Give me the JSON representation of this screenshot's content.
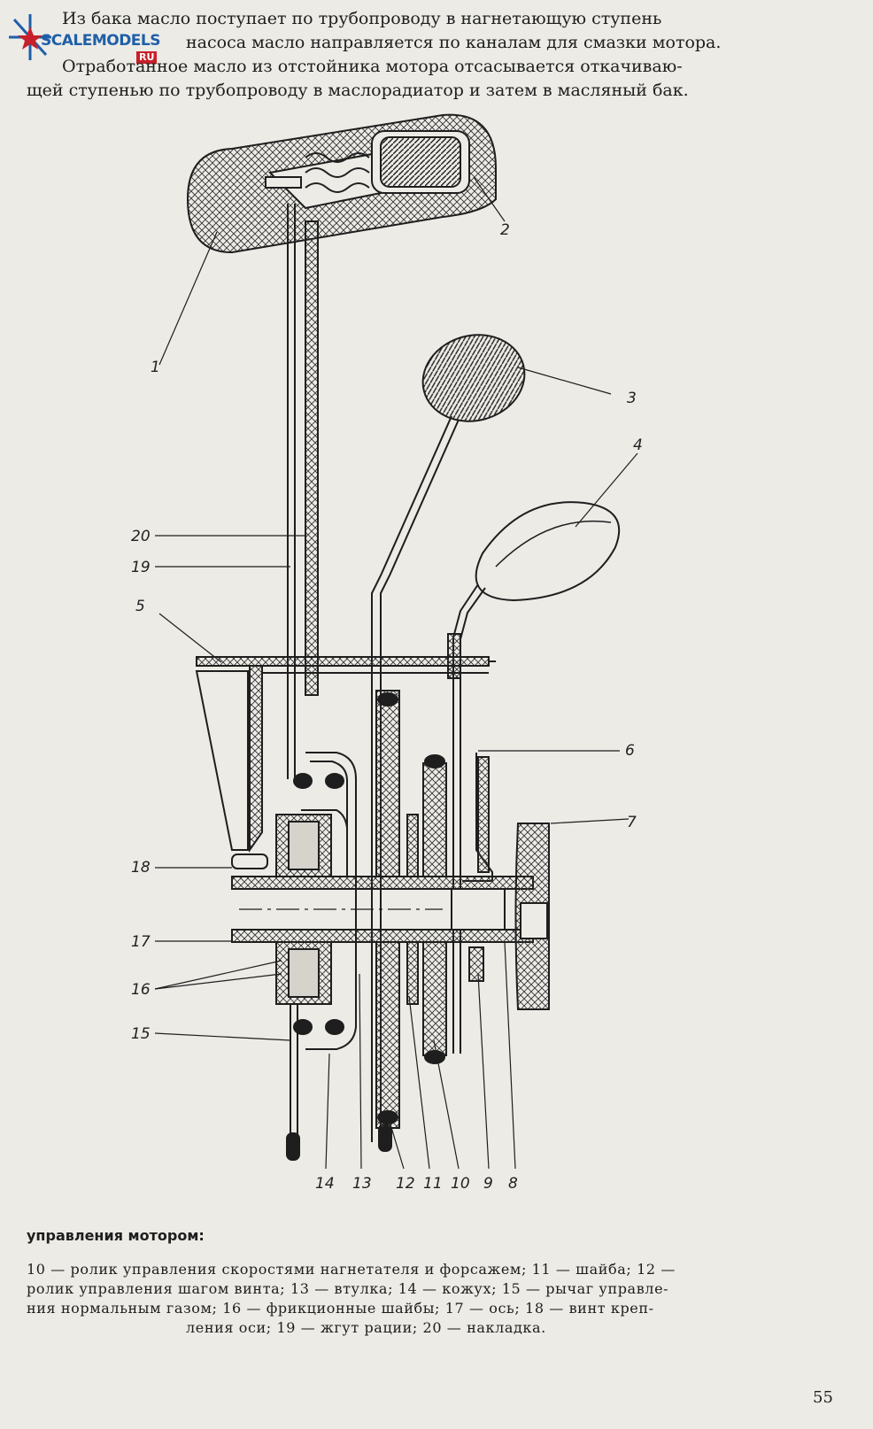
{
  "logo": {
    "text": "SCALEMODELS",
    "badge": "RU"
  },
  "intro": {
    "line1": "Из бака масло поступает по трубопроводу в нагнетающую ступень",
    "line2": "насоса масло направляется по каналам для смазки мотора.",
    "line3": "Отработанное масло из отстойника мотора отсасывается откачиваю-",
    "line4": "щей ступенью по трубопроводу в маслорадиатор и затем в масляный бак."
  },
  "labels": {
    "l1": "1",
    "l2": "2",
    "l3": "3",
    "l4": "4",
    "l5": "5",
    "l6": "6",
    "l7": "7",
    "l8": "8",
    "l9": "9",
    "l10": "10",
    "l11": "11",
    "l12": "12",
    "l13": "13",
    "l14": "14",
    "l15": "15",
    "l16": "16",
    "l17": "17",
    "l18": "18",
    "l19": "19",
    "l20": "20"
  },
  "caption": {
    "title": "управления мотором:",
    "line1": "10 — ролик управления скоростями нагнетателя и форсажем; 11 — шайба; 12 —",
    "line2": "ролик управления шагом винта; 13 — втулка; 14 — кожух; 15 — рычаг управле-",
    "line3": "ния нормальным газом; 16 — фрикционные шайбы; 17 — ось; 18 — винт креп-",
    "line4": "ления оси; 19 — жгут рации; 20 — накладка."
  },
  "page_number": "55",
  "colors": {
    "paper": "#ecebe6",
    "ink": "#1e1e1e",
    "logo_blue": "#1f5fa8",
    "logo_red": "#c8202a"
  }
}
